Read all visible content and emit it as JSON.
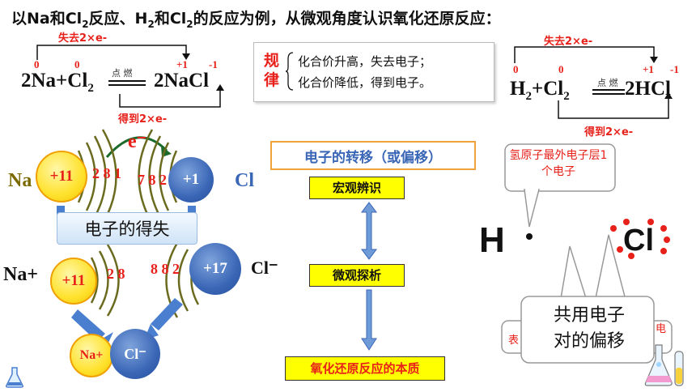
{
  "title": {
    "part1": "以Na和Cl",
    "sub1": "2",
    "part2": "反应、H",
    "sub2": "2",
    "part3": "和Cl",
    "sub3": "2",
    "part4": "的反应为例，从微观角度认识氧化还原反应："
  },
  "eq1": {
    "lost_label": "失去2×e-",
    "gained_label": "得到2×e-",
    "val_na": "0",
    "val_cl": "0",
    "val_na_plus": "+1",
    "val_cl_minus": "-1",
    "condition": "点 燃",
    "left": "2Na+Cl",
    "left_sub": "2",
    "right": "2NaCl"
  },
  "rule": {
    "word_top": "规",
    "word_bottom": "律",
    "line1": "化合价升高，失去电子；",
    "line2": "化合价降低，得到电子。"
  },
  "eq2": {
    "lost_label": "失去2×e-",
    "gained_label": "得到2×e-",
    "val_h": "0",
    "val_cl": "0",
    "val_h_plus": "+1",
    "val_cl_minus": "-1",
    "condition": "点 燃",
    "left_h": "H",
    "left_h_sub": "2",
    "plus_cl": "+Cl",
    "cl_sub": "2",
    "right": "2HCl"
  },
  "atoms": {
    "electron": "e⁻",
    "na_label": "Na",
    "na_nucleus": "+11",
    "na_shells": "2 8 1",
    "cl_label": "Cl",
    "cl_nucleus": "+1",
    "cl_shells": "7 8 2",
    "gain_loss_label": "电子的得失",
    "na_ion_label": "Na+",
    "na_ion_nucleus": "+11",
    "na_ion_shells": "2 8",
    "cl_ion_label": "Cl⁻",
    "cl_ion_nucleus": "+17",
    "cl_ion_shells": "8 8 2",
    "product_na": "Na+",
    "product_cl": "Cl⁻"
  },
  "flow": {
    "header": "电子的转移（或偏移）",
    "step1": "宏观辨识",
    "step2": "微观探析",
    "step3": "氧化还原反应的本质"
  },
  "hcl": {
    "callout_h": "氢原子最外电子层1个电子",
    "h_symbol": "H",
    "cl_symbol": "Cl",
    "shared_line1": "共用电子",
    "shared_line2": "对的偏移"
  },
  "colors": {
    "accent_red": "#e8201a",
    "yellow": "#ffff00",
    "blue": "#3a66b6",
    "light_blue": "#cfe3f7"
  }
}
